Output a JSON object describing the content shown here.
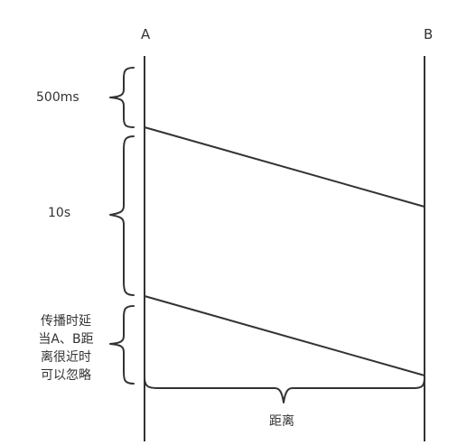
{
  "nodes": {
    "a": "A",
    "b": "B"
  },
  "annotations": {
    "short_interval": "500ms",
    "long_interval": "10s",
    "distance": "距离",
    "propagation_note": [
      "传播时延",
      "当A、B距",
      "离很近时",
      "可以忽略"
    ]
  },
  "colors": {
    "stroke": "#333333",
    "text": "#333333",
    "background": "#ffffff"
  }
}
